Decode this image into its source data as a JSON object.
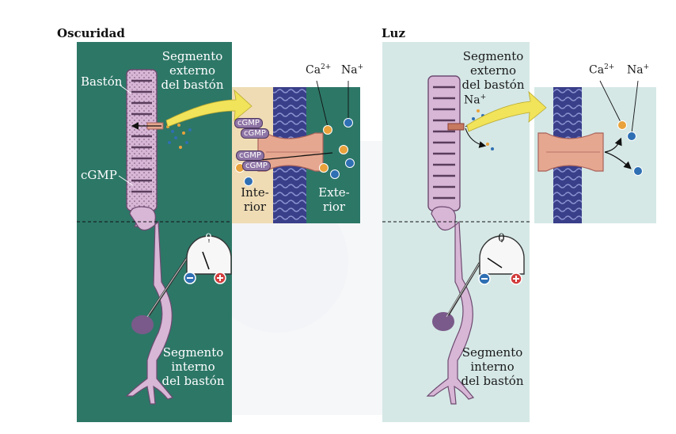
{
  "dark_panel": {
    "heading": "Oscuridad",
    "rod_label": "Bastón",
    "outer_segment_label": [
      "Segmento",
      "externo",
      "del bastón"
    ],
    "cgmp_label": "cGMP",
    "inner_segment_label": [
      "Segmento",
      "interno",
      "del bastón"
    ],
    "meter_zero": "0",
    "inset": {
      "ca_label": "Ca",
      "ca_sup": "2+",
      "na_label": "Na",
      "na_sup": "+",
      "cgmp_tags": [
        "cGMP",
        "cGMP",
        "cGMP",
        "cGMP"
      ],
      "interior_label": [
        "Inte-",
        "rior"
      ],
      "exterior_label": [
        "Exte-",
        "rior"
      ]
    }
  },
  "light_panel": {
    "heading": "Luz",
    "outer_segment_label": [
      "Segmento",
      "externo",
      "del bastón"
    ],
    "na_inline_label": "Na",
    "na_inline_sup": "+",
    "inner_segment_label": [
      "Segmento",
      "interno",
      "del bastón"
    ],
    "meter_zero": "0",
    "inset": {
      "ca_label": "Ca",
      "ca_sup": "2+",
      "na_label": "Na",
      "na_sup": "+"
    }
  },
  "colors": {
    "dark_bg": "#2d7767",
    "light_bg": "#d5e8e6",
    "rod_fill": "#d7b6d6",
    "rod_stroke": "#6d4a70",
    "membrane": "#3a3f8a",
    "channel": "#e6a790",
    "ca_ion": "#e9a23b",
    "na_ion": "#2f6fb3",
    "arrow": "#f1e35a",
    "cgmp_tag": "#8f75a6"
  }
}
